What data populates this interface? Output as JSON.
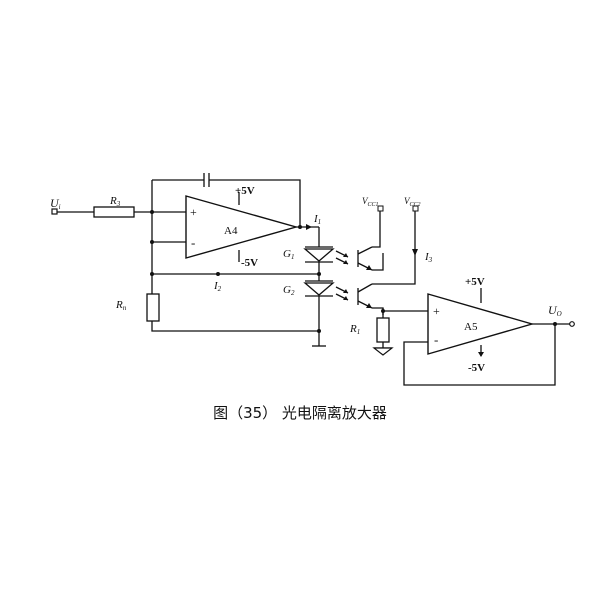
{
  "caption": "图（35） 光电隔离放大器",
  "labels": {
    "ui": "U",
    "ui_sub": "i",
    "r3": "R",
    "r3_sub": "3",
    "rn": "R",
    "rn_sub": "n",
    "r1": "R",
    "r1_sub": "1",
    "a4": "A4",
    "a5": "A5",
    "a4_vpos": "+5V",
    "a4_vneg": "-5V",
    "a5_vpos": "+5V",
    "a5_vneg": "-5V",
    "plus": "+",
    "minus": "-",
    "g1": "G",
    "g1_sub": "1",
    "g2": "G",
    "g2_sub": "2",
    "i1": "I",
    "i1_sub": "1",
    "i2": "I",
    "i2_sub": "2",
    "i3": "I",
    "i3_sub": "3",
    "vcc1": "V",
    "vcc1_sub": "CC1",
    "vcc2": "V",
    "vcc2_sub": "CC2",
    "uo": "U",
    "uo_sub": "O"
  }
}
